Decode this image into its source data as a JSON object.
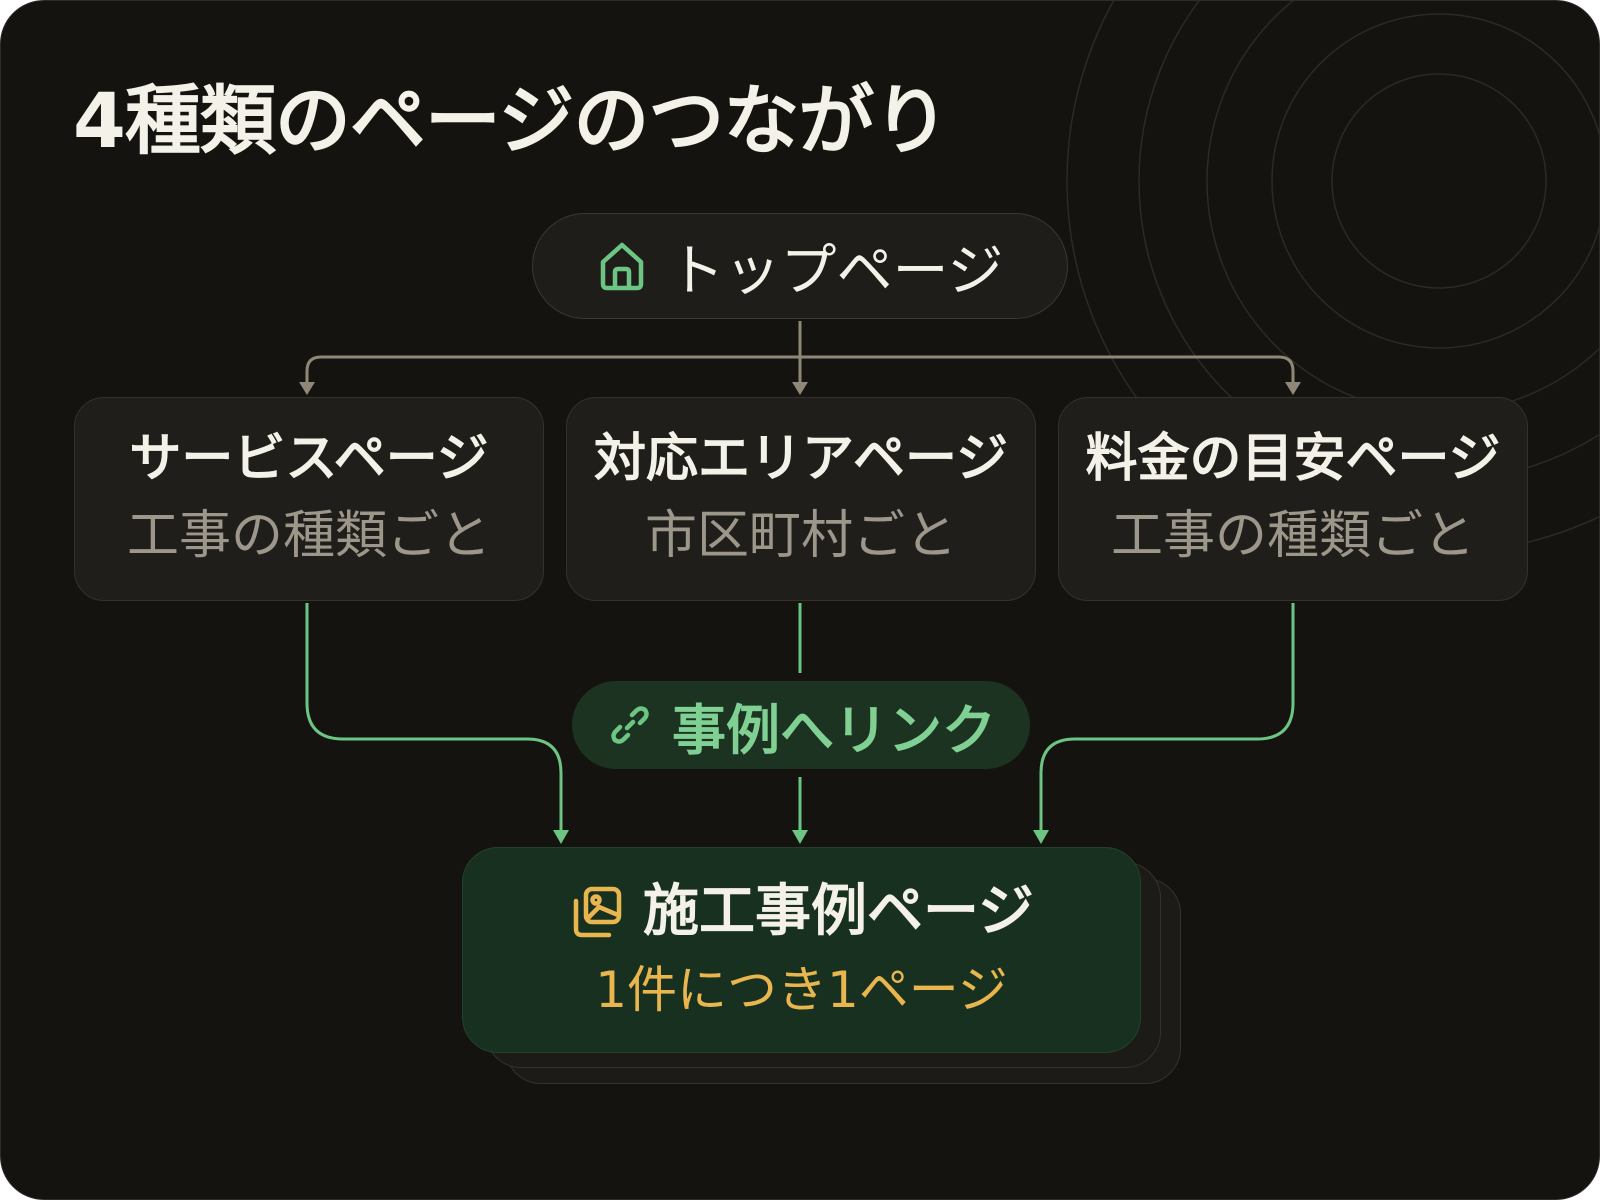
{
  "title": "4種類のページのつながり",
  "top_page": {
    "label": "トップページ",
    "icon": "home-icon"
  },
  "pages": [
    {
      "title": "サービスページ",
      "subtitle": "工事の種類ごと"
    },
    {
      "title": "対応エリアページ",
      "subtitle": "市区町村ごと"
    },
    {
      "title": "料金の目安ページ",
      "subtitle": "工事の種類ごと"
    }
  ],
  "link_badge": {
    "label": "事例へリンク",
    "icon": "link-icon"
  },
  "case_page": {
    "title": "施工事例ページ",
    "subtitle": "1件につき1ページ",
    "icon": "gallery-icon"
  },
  "colors": {
    "background": "#141310",
    "neutral_arrow": "#8f8878",
    "accent_green": "#6cc583",
    "accent_yellow": "#e8b54e",
    "case_card": "#18301f"
  }
}
